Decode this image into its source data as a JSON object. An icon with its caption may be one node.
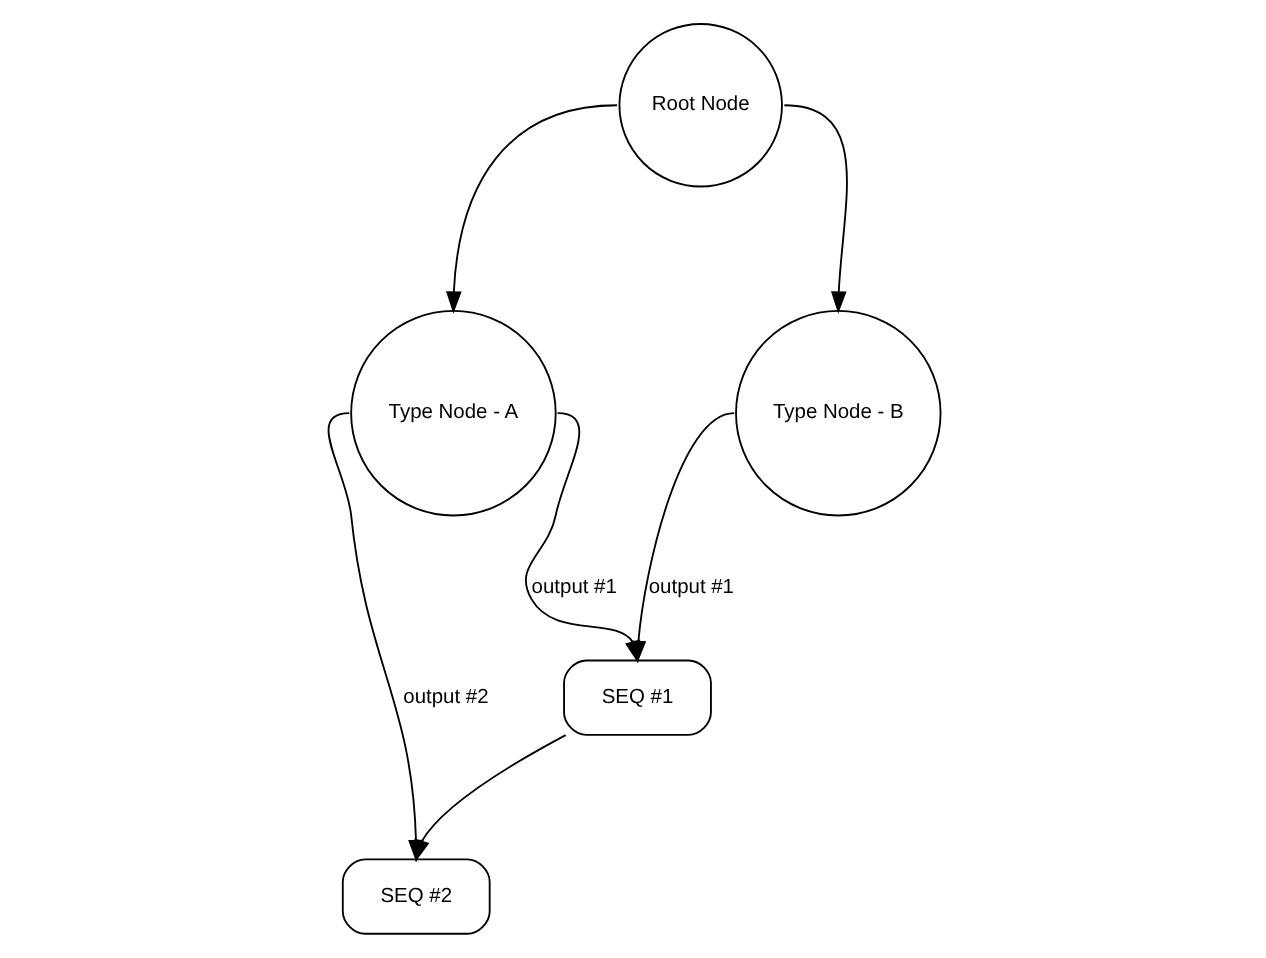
{
  "diagram": {
    "nodes": [
      {
        "text": [
          "Root Node"
        ]
      },
      {
        "text": [
          "Type Node - A"
        ]
      },
      {
        "text": [
          "Type Node - B"
        ]
      },
      {
        "text": [
          "SEQ #1"
        ]
      },
      {
        "text": [
          "SEQ #2"
        ]
      }
    ],
    "edges": [
      {
        "from": 0,
        "to": 1,
        "arrow": "to"
      },
      {
        "from": 0,
        "to": 2,
        "arrow": "to"
      },
      {
        "from": 1,
        "to": 3,
        "arrow": "to",
        "label": "output #1"
      },
      {
        "from": 2,
        "to": 3,
        "arrow": "to",
        "label": "output #1"
      },
      {
        "from": 1,
        "to": 4,
        "arrow": "to",
        "label": "output #2"
      },
      {
        "from": 3,
        "to": 4,
        "arrow": "to"
      }
    ]
  }
}
